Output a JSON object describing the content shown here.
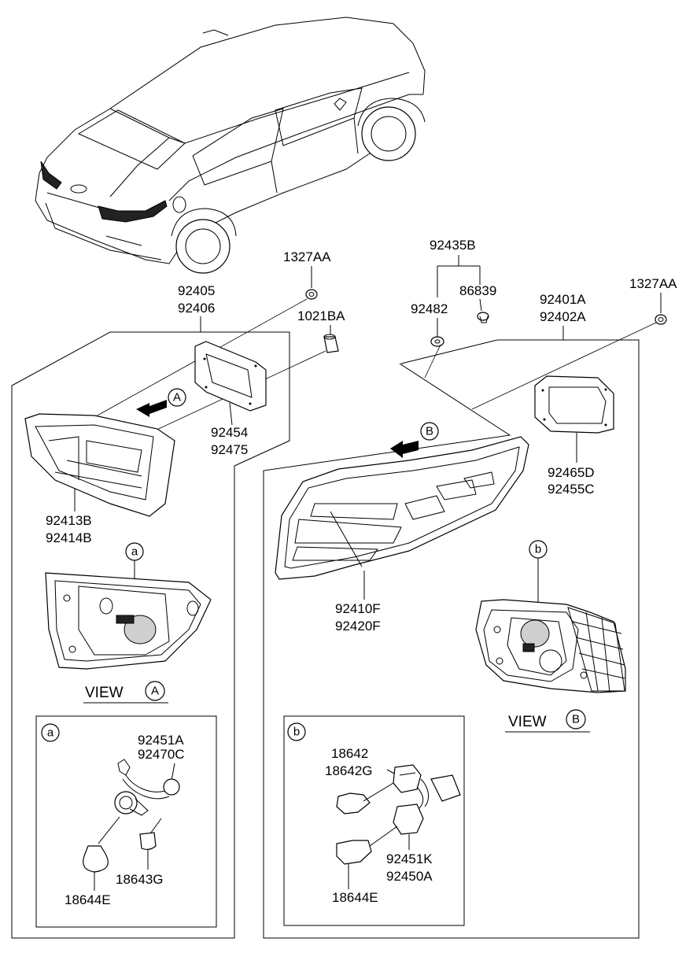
{
  "parts": {
    "p_92405": "92405",
    "p_92406": "92406",
    "p_1327AA_left": "1327AA",
    "p_1021BA": "1021BA",
    "p_92454": "92454",
    "p_92475": "92475",
    "p_92413B": "92413B",
    "p_92414B": "92414B",
    "p_92435B": "92435B",
    "p_92482": "92482",
    "p_86839": "86839",
    "p_92401A": "92401A",
    "p_92402A": "92402A",
    "p_1327AA_right": "1327AA",
    "p_92465D": "92465D",
    "p_92455C": "92455C",
    "p_92410F": "92410F",
    "p_92420F": "92420F",
    "p_92451A": "92451A",
    "p_92470C": "92470C",
    "p_18643G": "18643G",
    "p_18644E_a": "18644E",
    "p_18642": "18642",
    "p_18642G": "18642G",
    "p_92451K": "92451K",
    "p_92450A": "92450A",
    "p_18644E_b": "18644E"
  },
  "callouts": {
    "A": "A",
    "B": "B",
    "a": "a",
    "b": "b"
  },
  "views": {
    "view_a_text": "VIEW",
    "view_b_text": "VIEW"
  }
}
